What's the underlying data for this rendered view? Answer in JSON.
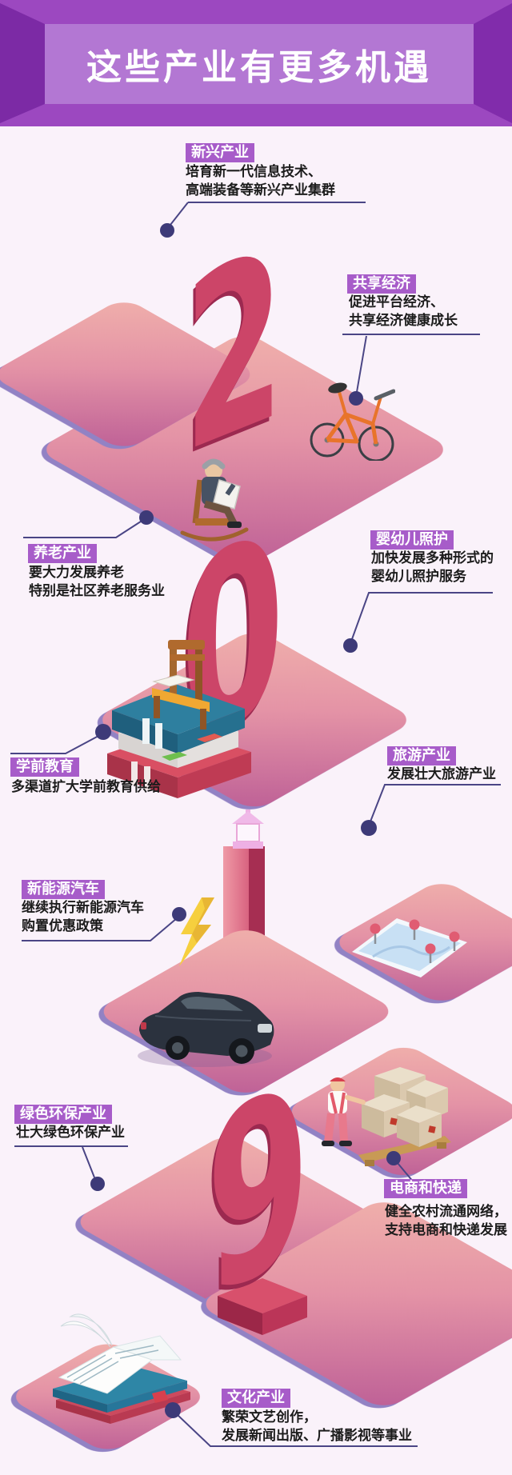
{
  "header": {
    "title": "这些产业有更多机遇"
  },
  "year": {
    "digits": [
      "2",
      "0",
      "1",
      "9"
    ]
  },
  "sections": [
    {
      "id": "emerging-industries",
      "label": "新兴产业",
      "desc1": "培育新一代信息技术、",
      "desc2": "高端装备等新兴产业集群"
    },
    {
      "id": "sharing-economy",
      "label": "共享经济",
      "desc1": "促进平台经济、",
      "desc2": "共享经济健康成长"
    },
    {
      "id": "elderly-care",
      "label": "养老产业",
      "desc1": "要大力发展养老",
      "desc2": "特别是社区养老服务业"
    },
    {
      "id": "infant-care",
      "label": "婴幼儿照护",
      "desc1": "加快发展多种形式的",
      "desc2": "婴幼儿照护服务"
    },
    {
      "id": "preschool-education",
      "label": "学前教育",
      "desc1": "多渠道扩大学前教育供给",
      "desc2": ""
    },
    {
      "id": "tourism",
      "label": "旅游产业",
      "desc1": "发展壮大旅游产业",
      "desc2": ""
    },
    {
      "id": "new-energy-vehicles",
      "label": "新能源汽车",
      "desc1": "继续执行新能源汽车",
      "desc2": "购置优惠政策"
    },
    {
      "id": "green-industry",
      "label": "绿色环保产业",
      "desc1": "壮大绿色环保产业",
      "desc2": ""
    },
    {
      "id": "ecommerce-delivery",
      "label": "电商和快递",
      "desc1": "健全农村流通网络，",
      "desc2": "支持电商和快递发展"
    },
    {
      "id": "cultural-industry",
      "label": "文化产业",
      "desc1": "繁荣文艺创作，",
      "desc2": "发展新闻出版、广播影视等事业"
    }
  ],
  "illustrations": [
    "bicycle",
    "elderly-man-rocking-chair",
    "books-and-chair",
    "lantern-tower",
    "lightning-bolt",
    "electric-car",
    "map-with-pins",
    "courier-with-boxes",
    "red-box",
    "open-book"
  ],
  "colors": {
    "background": "#faf2fa",
    "banner_frame": "#9c48c0",
    "banner_side_dark": "#7c2aa5",
    "banner_panel": "#b377d3",
    "label_chip": "#a75cc9",
    "digit_crimson": "#cc4568",
    "platform_pink": "#e493a6",
    "platform_edge": "#9282c4",
    "connector_line": "#4a4585",
    "dot_marker": "#3d3a78",
    "bicycle_orange": "#e8742b",
    "lightning_yellow": "#f6cf3e",
    "map_blue": "#c8e0f4",
    "pin_red": "#e05c72"
  }
}
